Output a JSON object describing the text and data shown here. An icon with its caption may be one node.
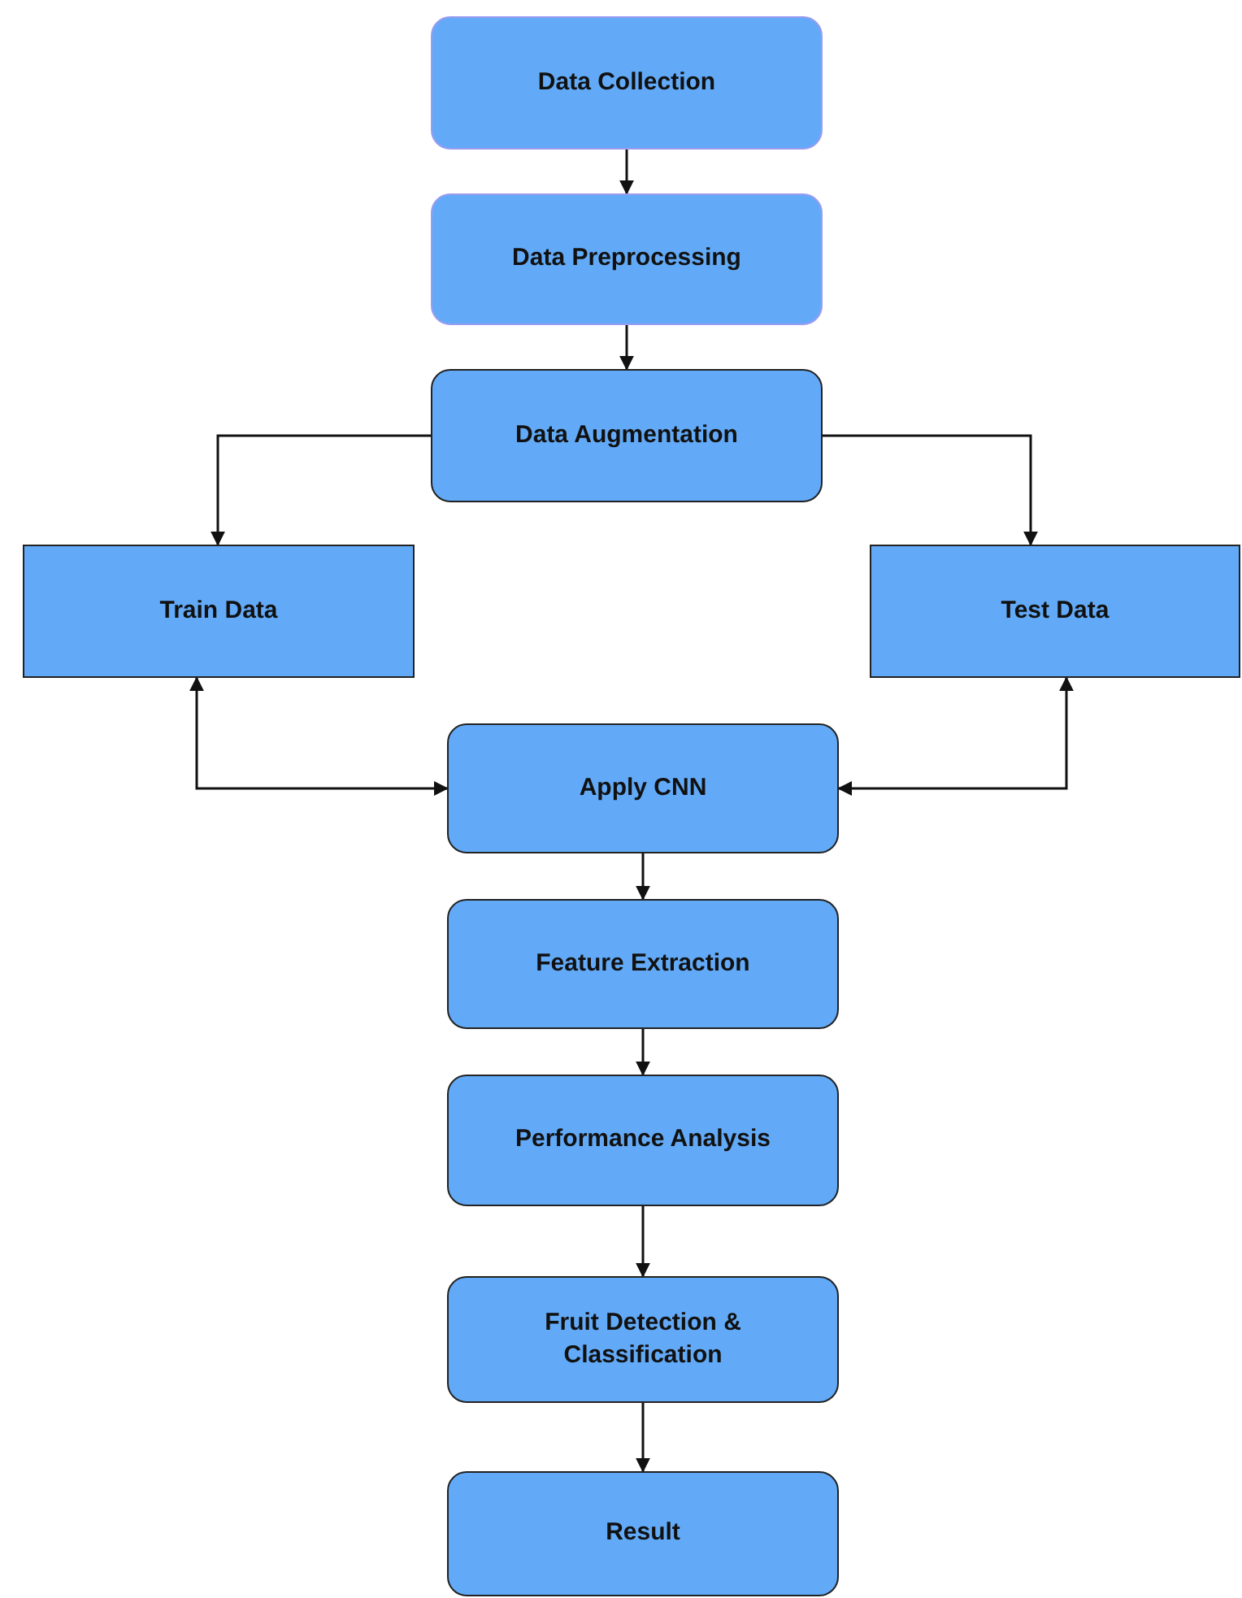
{
  "diagram": {
    "nodes": [
      {
        "text": [
          "Data Collection"
        ]
      },
      {
        "text": [
          "Data Preprocessing"
        ]
      },
      {
        "text": [
          "Data Augmentation"
        ]
      },
      {
        "text": [
          "Train Data"
        ]
      },
      {
        "text": [
          "Test Data"
        ]
      },
      {
        "text": [
          "Apply CNN"
        ]
      },
      {
        "text": [
          "Feature Extraction"
        ]
      },
      {
        "text": [
          "Performance Analysis"
        ]
      },
      {
        "text": [
          "Fruit Detection & Classification"
        ]
      },
      {
        "text": [
          "Result"
        ]
      }
    ],
    "edges": [
      {
        "from": 0,
        "to": 1,
        "arrow": "to"
      },
      {
        "from": 1,
        "to": 2,
        "arrow": "to"
      },
      {
        "from": 2,
        "to": 3,
        "arrow": "to"
      },
      {
        "from": 2,
        "to": 4,
        "arrow": "to"
      },
      {
        "from": 3,
        "to": 5,
        "arrow": "both"
      },
      {
        "from": 4,
        "to": 5,
        "arrow": "both"
      },
      {
        "from": 5,
        "to": 6,
        "arrow": "to"
      },
      {
        "from": 6,
        "to": 7,
        "arrow": "to"
      },
      {
        "from": 7,
        "to": 8,
        "arrow": "to"
      },
      {
        "from": 8,
        "to": 9,
        "arrow": "to"
      }
    ]
  }
}
